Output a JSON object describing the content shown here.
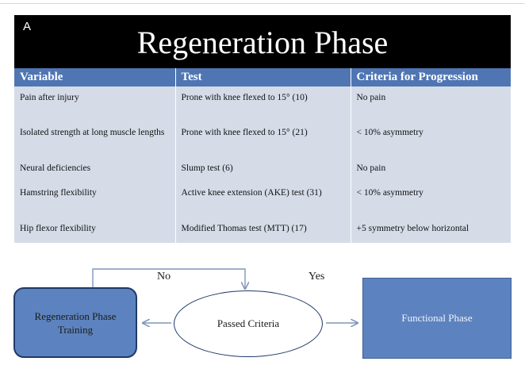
{
  "panel_letter": "A",
  "title": "Regeneration Phase",
  "table": {
    "headers": [
      "Variable",
      "Test",
      "Criteria for Progression"
    ],
    "rows": [
      [
        "Pain after injury",
        "Prone with knee flexed to 15° (10)",
        "No pain"
      ],
      [
        "Isolated strength at long muscle lengths",
        "Prone with knee flexed to 15° (21)",
        "< 10% asymmetry"
      ],
      [
        "Neural deficiencies",
        "Slump test (6)",
        "No pain"
      ],
      [
        "Hamstring flexibility",
        "Active knee extension (AKE) test (31)",
        "< 10% asymmetry"
      ],
      [
        "Hip flexor flexibility",
        "Modified Thomas test (MTT) (17)",
        "+5 symmetry below horizontal"
      ]
    ]
  },
  "flowchart": {
    "left_box": "Regeneration Phase Training",
    "center_ellipse": "Passed Criteria",
    "right_box": "Functional Phase",
    "label_no": "No",
    "label_yes": "Yes"
  },
  "colors": {
    "banner": "#000000",
    "header_fill": "#4f76b3",
    "table_body": "#d5dce8",
    "box_fill": "#5c83bf",
    "arrow": "#8096b8"
  }
}
